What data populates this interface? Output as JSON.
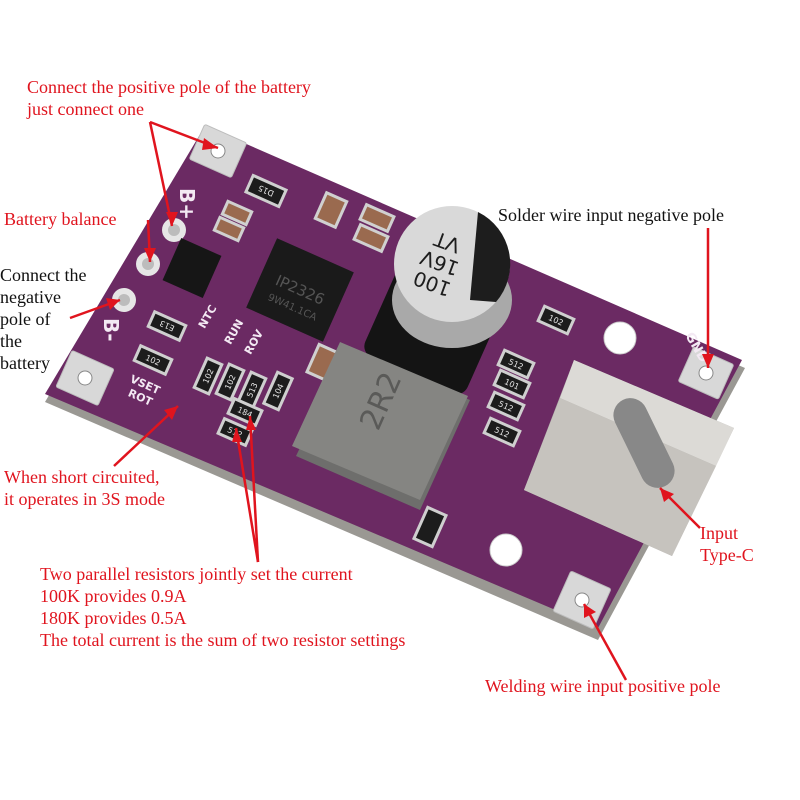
{
  "annotations": {
    "battery_positive": [
      "Connect the positive pole of the battery",
      "just connect one"
    ],
    "battery_balance": "Battery balance",
    "battery_negative": [
      "Connect the",
      "negative",
      "pole of",
      "the",
      "battery"
    ],
    "short_mode": [
      "When short circuited,",
      "it operates in 3S mode"
    ],
    "resistors": [
      "Two parallel resistors jointly set the current",
      "100K provides 0.9A",
      "180K provides 0.5A",
      "The total current is the sum of two resistor settings"
    ],
    "solder_negative": "Solder wire input negative pole",
    "input_typec": [
      "Input",
      "Type-C"
    ],
    "welding_positive": "Welding wire input positive pole"
  },
  "board": {
    "silkscreen": {
      "b_plus": "B+",
      "b_minus": "B-",
      "gnd": "GND",
      "ntc": "NTC",
      "run": "RUN",
      "rov": "ROV",
      "vset": "VSET",
      "rot": "ROT"
    },
    "chip": {
      "brand": "IP2326",
      "code": "9W41.1CA"
    },
    "inductor": "2R2",
    "capacitor": {
      "line1": "100",
      "line2": "16V",
      "line3": "VT"
    },
    "resistors": [
      "D15",
      "E13",
      "102",
      "102",
      "102",
      "513",
      "104",
      "184",
      "512",
      "102",
      "512",
      "101",
      "512",
      "512"
    ]
  },
  "colors": {
    "annotation": "#e0141e",
    "pcb": "#6b2a63",
    "pcb_edge": "#8a8a86"
  }
}
